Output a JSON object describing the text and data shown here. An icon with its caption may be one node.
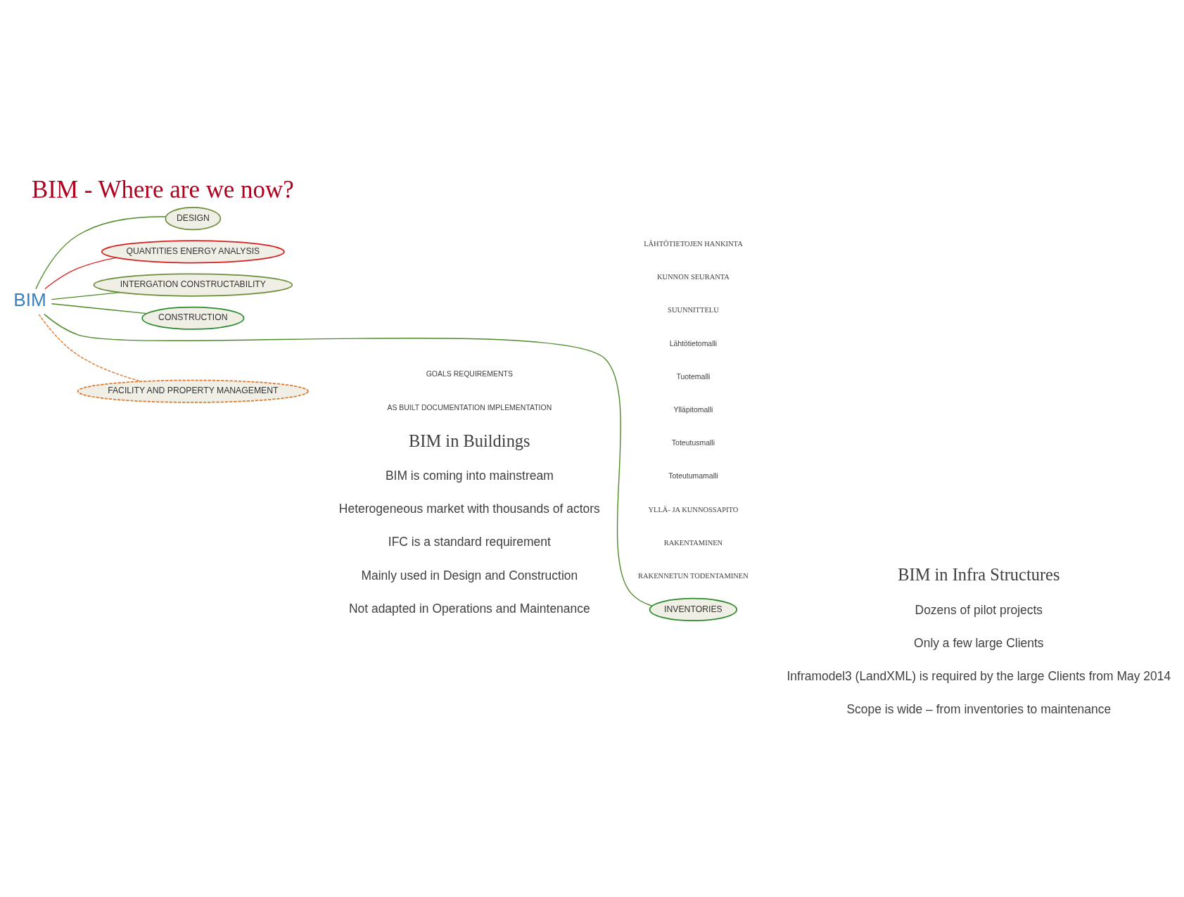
{
  "diagram": {
    "title": "BIM - Where are we now?",
    "nodes": [
      {
        "text": [
          "BIM"
        ]
      },
      {
        "text": [
          "DESIGN"
        ]
      },
      {
        "text": [
          "QUANTITIES ENERGY ANALYSIS"
        ]
      },
      {
        "text": [
          "INTERGATION CONSTRUCTABILITY"
        ]
      },
      {
        "text": [
          "CONSTRUCTION"
        ]
      },
      {
        "text": [
          "INVENTORIES"
        ]
      },
      {
        "text": [
          "FACILITY AND PROPERTY MANAGEMENT"
        ]
      }
    ],
    "edges": [
      {
        "from": 5,
        "to": 0,
        "arrow": "none"
      },
      {
        "from": 0,
        "to": 1,
        "arrow": "none"
      },
      {
        "from": 0,
        "to": 2,
        "arrow": "none",
        "color": "#e02020"
      },
      {
        "from": 0,
        "to": 3,
        "arrow": "none"
      },
      {
        "from": 0,
        "to": 4,
        "arrow": "none"
      },
      {
        "from": 0,
        "to": 6,
        "arrow": "none",
        "style": "dashed",
        "color": "#e07a30"
      }
    ],
    "labels": [
      "BIM in Buildings",
      "BIM is coming into mainstream",
      "Heterogeneous market with thousands of actors",
      "IFC is a standard requirement",
      "Mainly used in Design and Construction",
      "Not adapted in Operations and Maintenance",
      "GOALS REQUIREMENTS",
      "AS BUILT DOCUMENTATION IMPLEMENTATION",
      "LÄHTÖTIETOJEN HANKINTA",
      "KUNNON SEURANTA",
      "SUUNNITTELU",
      "Lähtötietomalli",
      "Tuotemalli",
      "Ylläpitomalli",
      "Toteutusmalli",
      "Toteutumamalli",
      "YLLÄ- JA KUNNOSSAPITO",
      "RAKENTAMINEN",
      "RAKENNETUN TODENTAMINEN",
      "BIM in Infra Structures",
      "Dozens of pilot projects",
      "Only a few large Clients",
      "Inframodel3 (LandXML) is required by the large Clients from May 2014",
      "Scope is wide – from inventories to maintenance"
    ]
  }
}
